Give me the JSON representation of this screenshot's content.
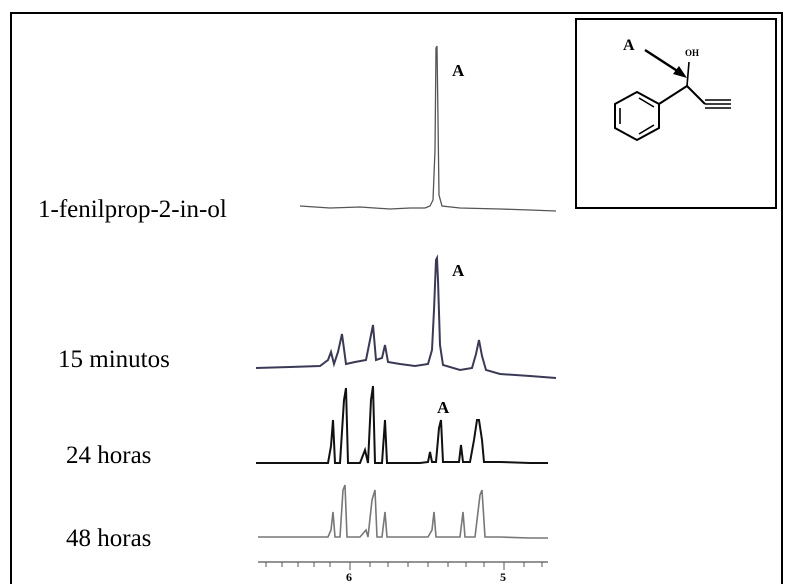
{
  "labels": {
    "reagent": "1-fenilprop-2-in-ol",
    "t15": "15 minutos",
    "t24": "24 horas",
    "t48": "48 horas"
  },
  "peak_marker": "A",
  "molecule": {
    "arrow_label": "A",
    "hydroxyl": "OH"
  },
  "axis": {
    "tick_labels": [
      "6",
      "5"
    ]
  },
  "colors": {
    "line": "#222222",
    "trace_15": "#3a3a55",
    "trace_48": "#777777"
  }
}
